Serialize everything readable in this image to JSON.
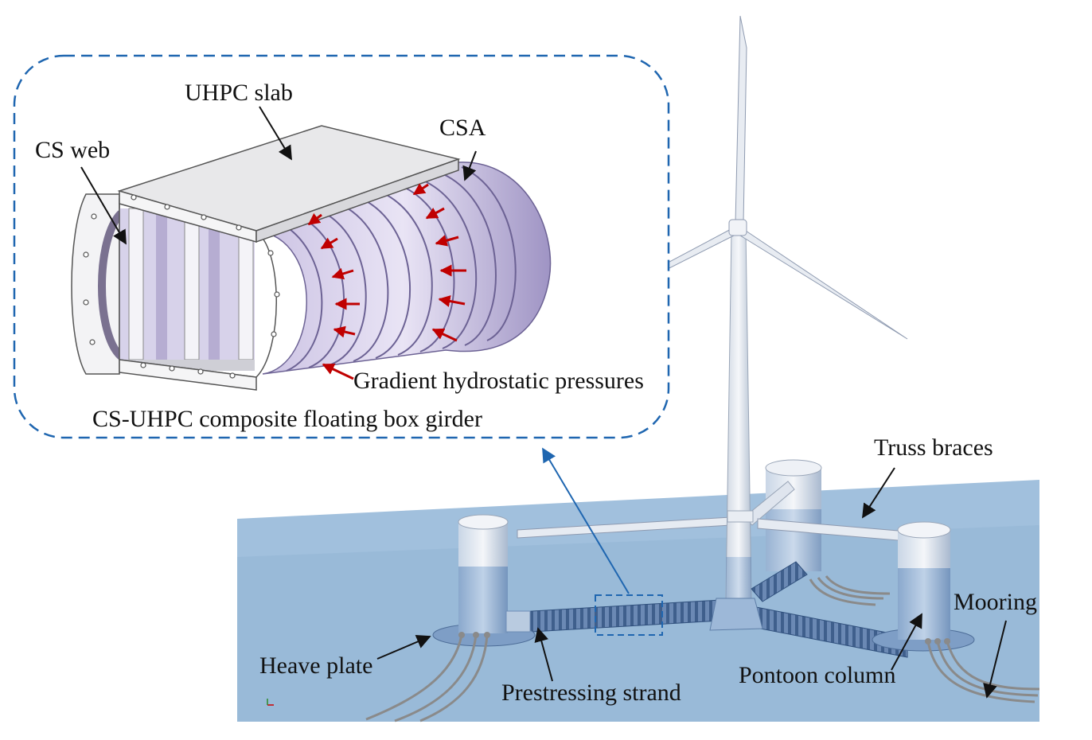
{
  "labels": {
    "uhpc_slab": "UHPC slab",
    "csa": "CSA",
    "cs_web": "CS web",
    "gradient_pressures": "Gradient hydrostatic pressures",
    "detail_caption": "CS-UHPC composite floating box girder",
    "truss_braces": "Truss braces",
    "mooring": "Mooring",
    "heave_plate": "Heave plate",
    "pontoon_column": "Pontoon column",
    "prestressing_strand": "Prestressing strand"
  },
  "colors": {
    "detail_frame": "#1f66b0",
    "pressure_arrow": "#c00000",
    "sea": "#9fbfdc",
    "sea_dark": "#7fa6cc",
    "steel_purple": "#b7aed3",
    "concrete": "#e2e2e4",
    "leader": "#111111"
  },
  "icons": {
    "leader_arrow": "arrowhead-icon",
    "pressure_arrow": "red-arrow-icon",
    "link_arrow": "blue-arrow-icon"
  }
}
